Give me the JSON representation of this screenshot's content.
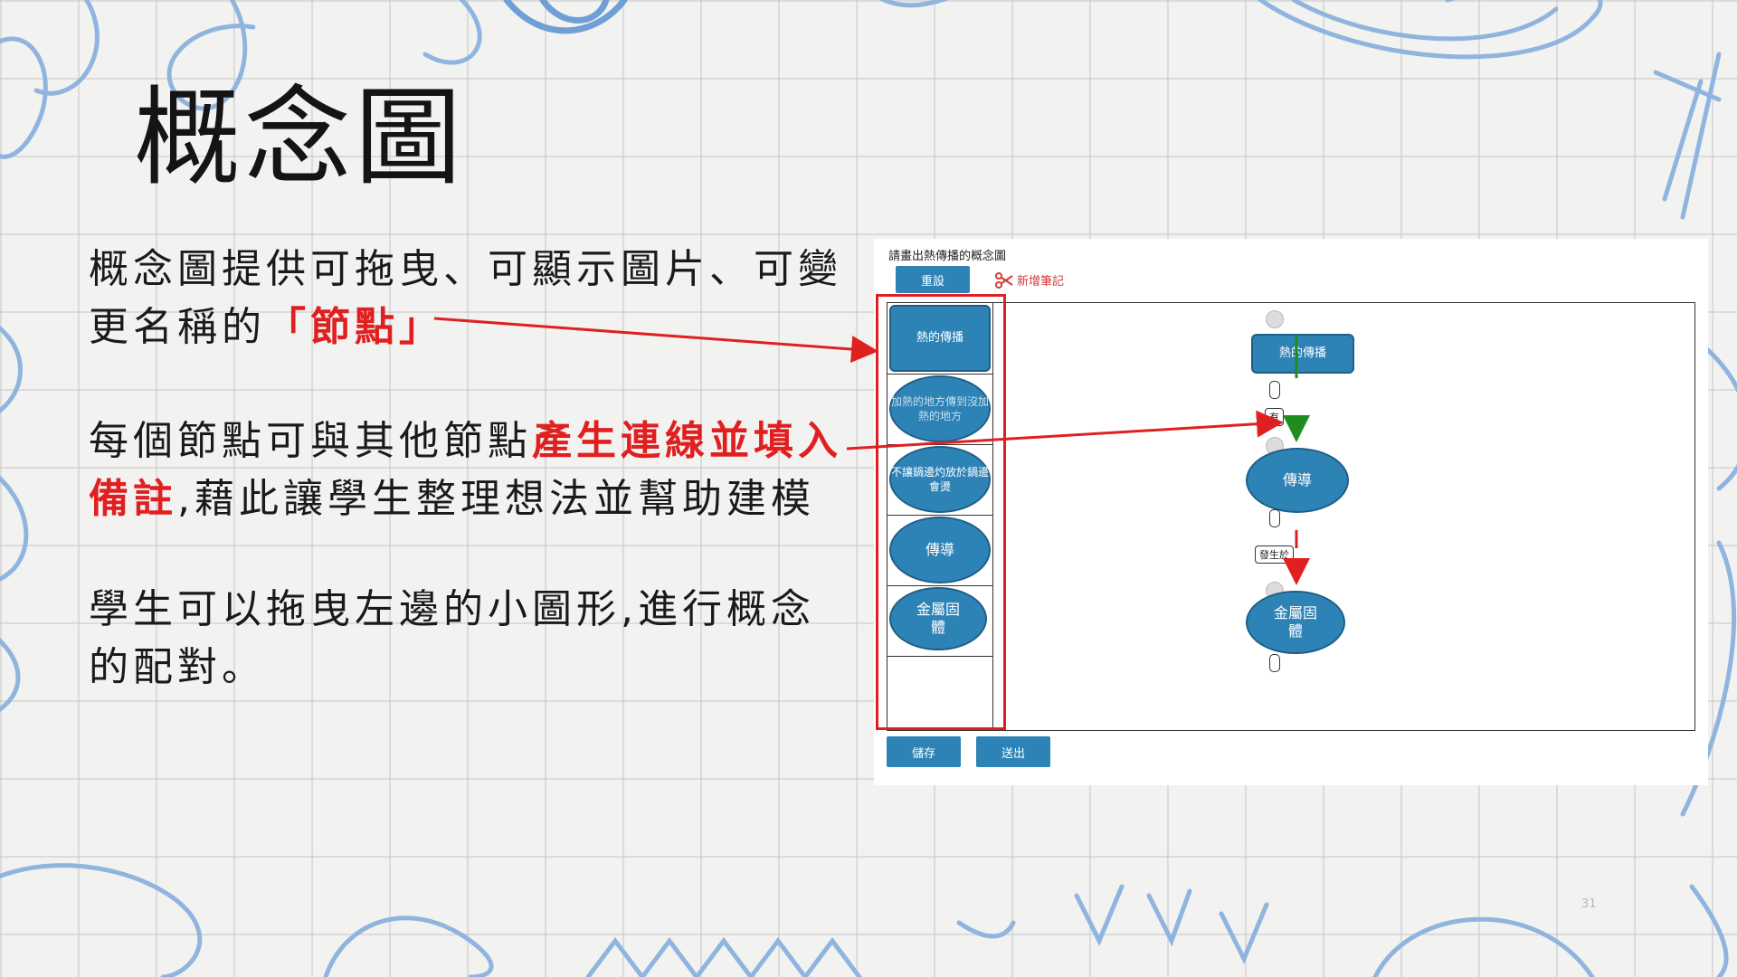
{
  "slide": {
    "title": "概念圖",
    "page_number": "31",
    "para1": {
      "text": "概念圖提供可拖曳、可顯示圖片、可變更名稱的",
      "emphasis": "「節點」"
    },
    "para2": {
      "text_before": "每個節點可與其他節點",
      "emphasis": "產生連線並填入備註",
      "text_after": ",藉此讓學生整理想法並幫助建模"
    },
    "para3": {
      "text": "學生可以拖曳左邊的小圖形,進行概念的配對。"
    }
  },
  "app": {
    "prompt": "請畫出熱傳播的概念圖",
    "reset_button": "重設",
    "add_note_button": "新增筆記",
    "save_button": "儲存",
    "send_button": "送出",
    "palette": [
      {
        "label": "熱的傳播"
      },
      {
        "label": "加熱的地方傳到沒加熱的地方"
      },
      {
        "label": "不讓鍋邊灼放於鍋邊會燙"
      },
      {
        "label": "傳導"
      },
      {
        "label": "金屬固體"
      }
    ],
    "diagram": {
      "node_top": "熱的傳播",
      "node_mid": "傳導",
      "node_bottom": "金屬固體",
      "edge1_label": "有",
      "edge2_label": "發生於"
    }
  },
  "colors": {
    "accent": "#2e83b6",
    "highlight": "#e02020",
    "edge_green": "#1e8c1e"
  }
}
